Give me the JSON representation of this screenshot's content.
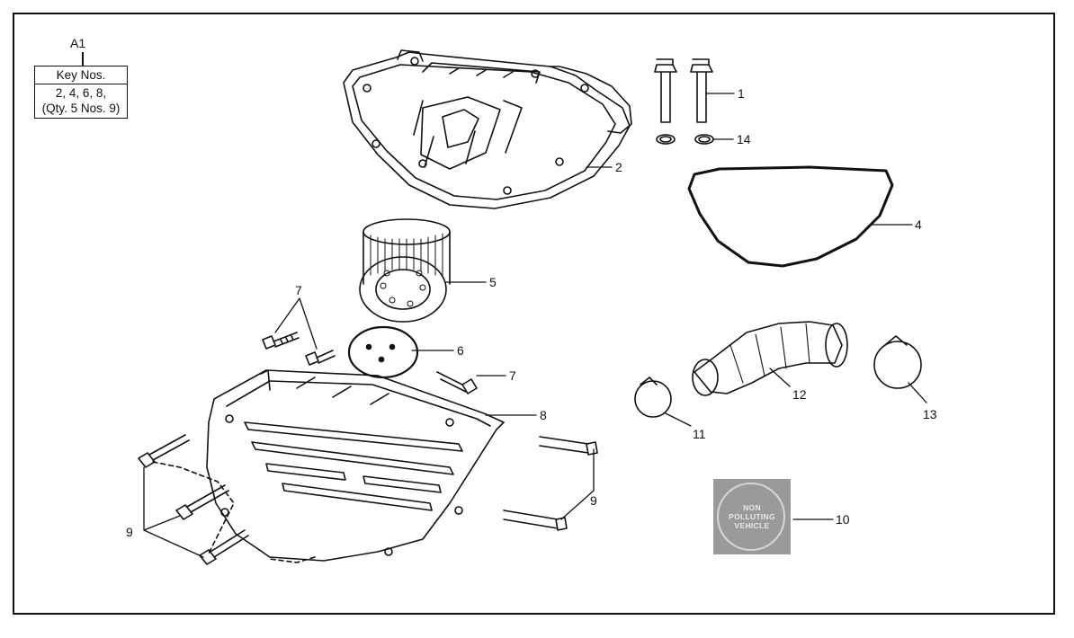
{
  "key_block": {
    "id_label": "A1",
    "header": "Key Nos.",
    "line1": "2, 4, 6, 8,",
    "line2": "(Qty. 5 Nos. 9)"
  },
  "callouts": {
    "c1": "1",
    "c2": "2",
    "c4": "4",
    "c5": "5",
    "c6": "6",
    "c7a": "7",
    "c7b": "7",
    "c8": "8",
    "c9a": "9",
    "c9b": "9",
    "c10": "10",
    "c11": "11",
    "c12": "12",
    "c13": "13",
    "c14": "14"
  },
  "sticker": {
    "line1": "NON",
    "line2": "POLLUTING",
    "line3": "VEHICLE"
  }
}
